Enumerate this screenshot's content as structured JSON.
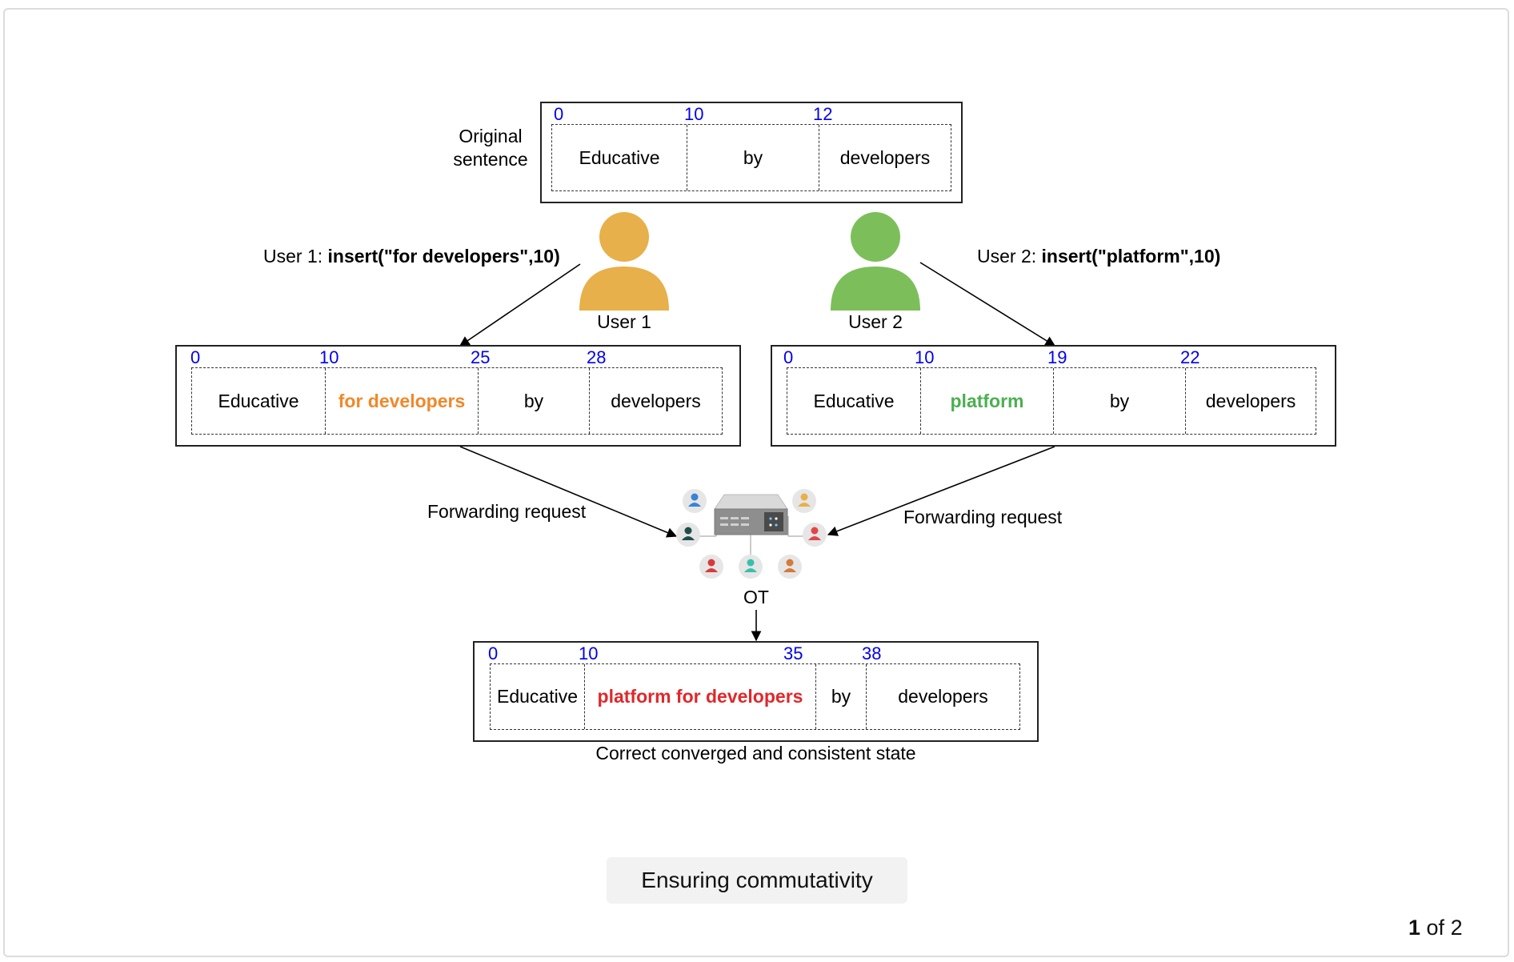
{
  "original": {
    "label_line1": "Original",
    "label_line2": "sentence",
    "indices": [
      "0",
      "10",
      "12"
    ],
    "cells": [
      "Educative",
      "by",
      "developers"
    ]
  },
  "user1": {
    "name": "User 1",
    "op_prefix": "User 1: ",
    "op": "insert(\"for developers\",10)",
    "color": "#e8b04a",
    "indices": [
      "0",
      "10",
      "25",
      "28"
    ],
    "cells": [
      "Educative",
      "for developers",
      "by",
      "developers"
    ],
    "highlight_color": "#f0882a"
  },
  "user2": {
    "name": "User 2",
    "op_prefix": "User 2: ",
    "op": "insert(\"platform\",10)",
    "color": "#7cbf5a",
    "indices": [
      "0",
      "10",
      "19",
      "22"
    ],
    "cells": [
      "Educative",
      "platform",
      "by",
      "developers"
    ],
    "highlight_color": "#4caf50"
  },
  "forward_left": "Forwarding request",
  "forward_right": "Forwarding request",
  "server_label": "OT",
  "result": {
    "indices": [
      "0",
      "10",
      "35",
      "38"
    ],
    "cells": [
      "Educative",
      "platform for developers",
      "by",
      "developers"
    ],
    "caption": "Correct converged and consistent state",
    "highlight_color": "#e0282a"
  },
  "caption_button": "Ensuring commutativity",
  "pagination": {
    "current": "1",
    "separator": " of ",
    "total": "2"
  }
}
